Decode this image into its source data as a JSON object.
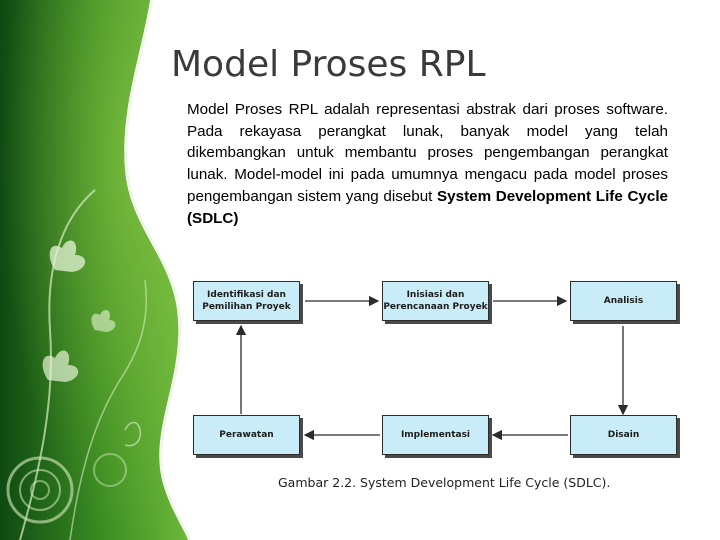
{
  "slide": {
    "title": "Model Proses RPL",
    "body_text": "Model Proses RPL adalah representasi abstrak dari proses software. Pada rekayasa perangkat lunak, banyak model yang telah dikembangkan untuk membantu proses pengembangan perangkat lunak. Model-model ini pada umumnya mengacu pada model proses pengembangan sistem yang disebut ",
    "body_bold": "System Development Life Cycle (SDLC)"
  },
  "diagram": {
    "boxes": {
      "identifikasi": "Identifikasi dan Pemilihan Proyek",
      "inisiasi": "Inisiasi dan Perencanaan Proyek",
      "analisis": "Analisis",
      "disain": "Disain",
      "implementasi": "Implementasi",
      "perawatan": "Perawatan"
    },
    "caption": "Gambar 2.2.  System Development Life Cycle (SDLC)."
  },
  "colors": {
    "box_fill": "#c9edf8",
    "sidebar_green": "#3f8f2a",
    "title_gray": "#3a3a3a"
  }
}
